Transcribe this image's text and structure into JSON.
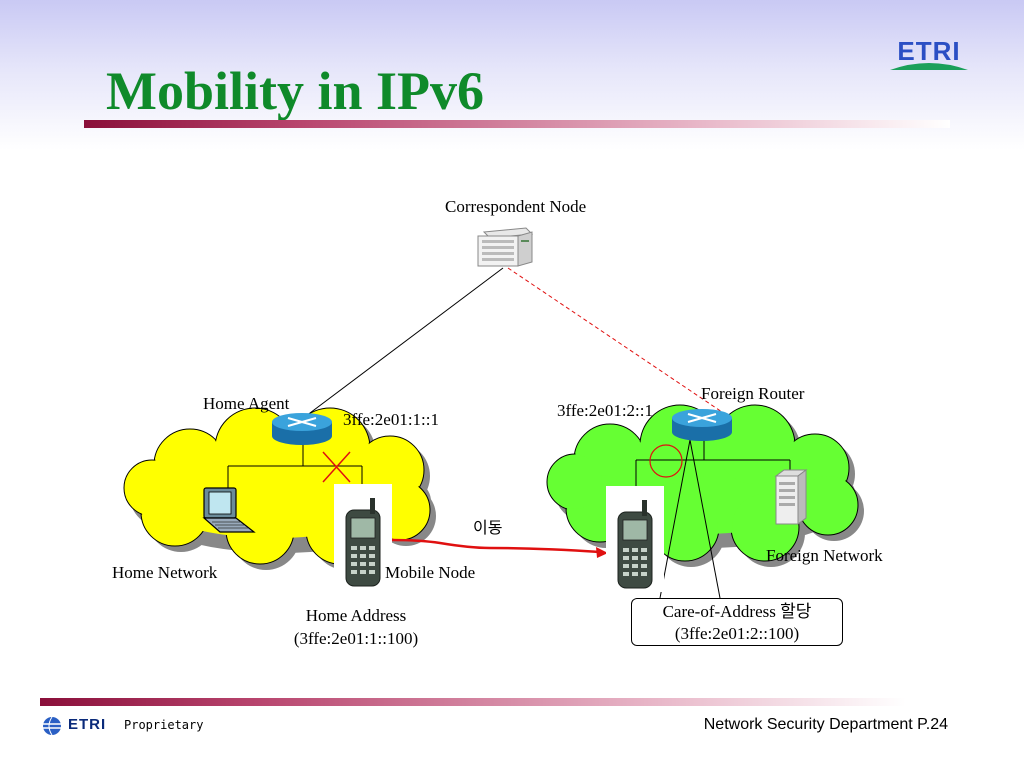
{
  "slide": {
    "title": "Mobility in IPv6"
  },
  "logo": {
    "text": "ETRI"
  },
  "diagram": {
    "correspondent_node": "Correspondent Node",
    "home_agent": "Home Agent",
    "home_agent_address": "3ffe:2e01:1::1",
    "foreign_router": "Foreign Router",
    "foreign_router_address": "3ffe:2e01:2::1",
    "home_network": "Home Network",
    "foreign_network": "Foreign Network",
    "mobile_node": "Mobile Node",
    "home_address_label": "Home Address",
    "home_address_value": "(3ffe:2e01:1::100)",
    "move_label": "이동",
    "coa_label": "Care-of-Address 할당",
    "coa_value": "(3ffe:2e01:2::100)"
  },
  "colors": {
    "title": "#0f8a2a",
    "home_cloud": "#ffff00",
    "foreign_cloud": "#66ff33",
    "router": "#2a8fc8",
    "move_arrow": "#e01010",
    "dashed_link": "#e01010"
  },
  "footer": {
    "brand": "ETRI",
    "proprietary": "Proprietary",
    "department": "Network Security Department  P.24"
  }
}
